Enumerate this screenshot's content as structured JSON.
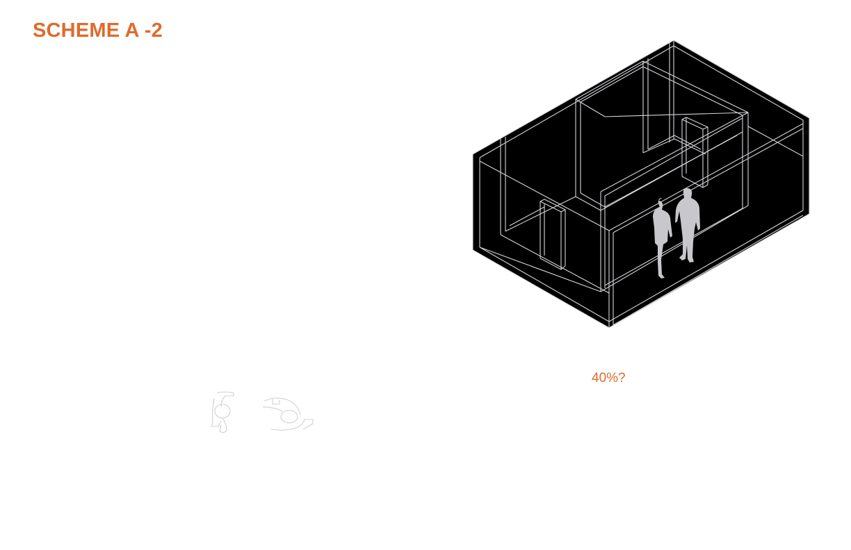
{
  "header": {
    "title": "SCHEME A -2"
  },
  "annotation": {
    "note": "40%?"
  },
  "colors": {
    "accent": "#e06a2c",
    "model_fill": "#000000",
    "edge_line": "#d7d7dc",
    "figure_fill": "#c8c8cc",
    "plan_figure_stroke": "#d0d0d0"
  },
  "drawing": {
    "view": "isometric-room-model",
    "figures_in_model": 2,
    "plan_figures": 2
  }
}
